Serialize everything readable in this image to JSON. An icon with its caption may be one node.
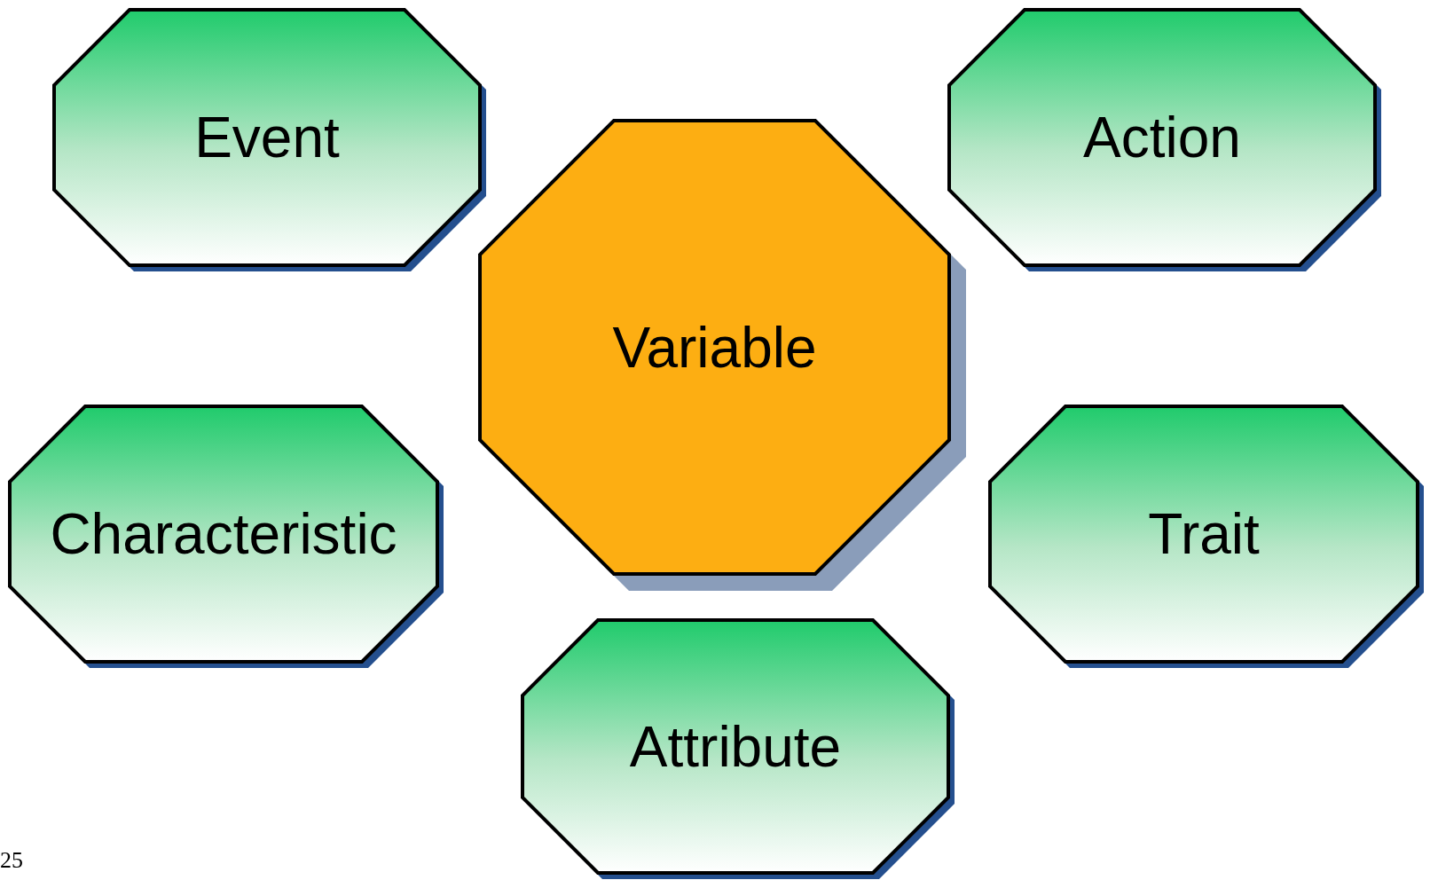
{
  "diagram": {
    "nodes": [
      {
        "text": [
          "Event"
        ]
      },
      {
        "text": [
          "Action"
        ]
      },
      {
        "text": [
          "Variable"
        ]
      },
      {
        "text": [
          "Characteristic"
        ]
      },
      {
        "text": [
          "Trait"
        ]
      },
      {
        "text": [
          "Attribute"
        ]
      }
    ],
    "labels": [
      "25"
    ]
  }
}
